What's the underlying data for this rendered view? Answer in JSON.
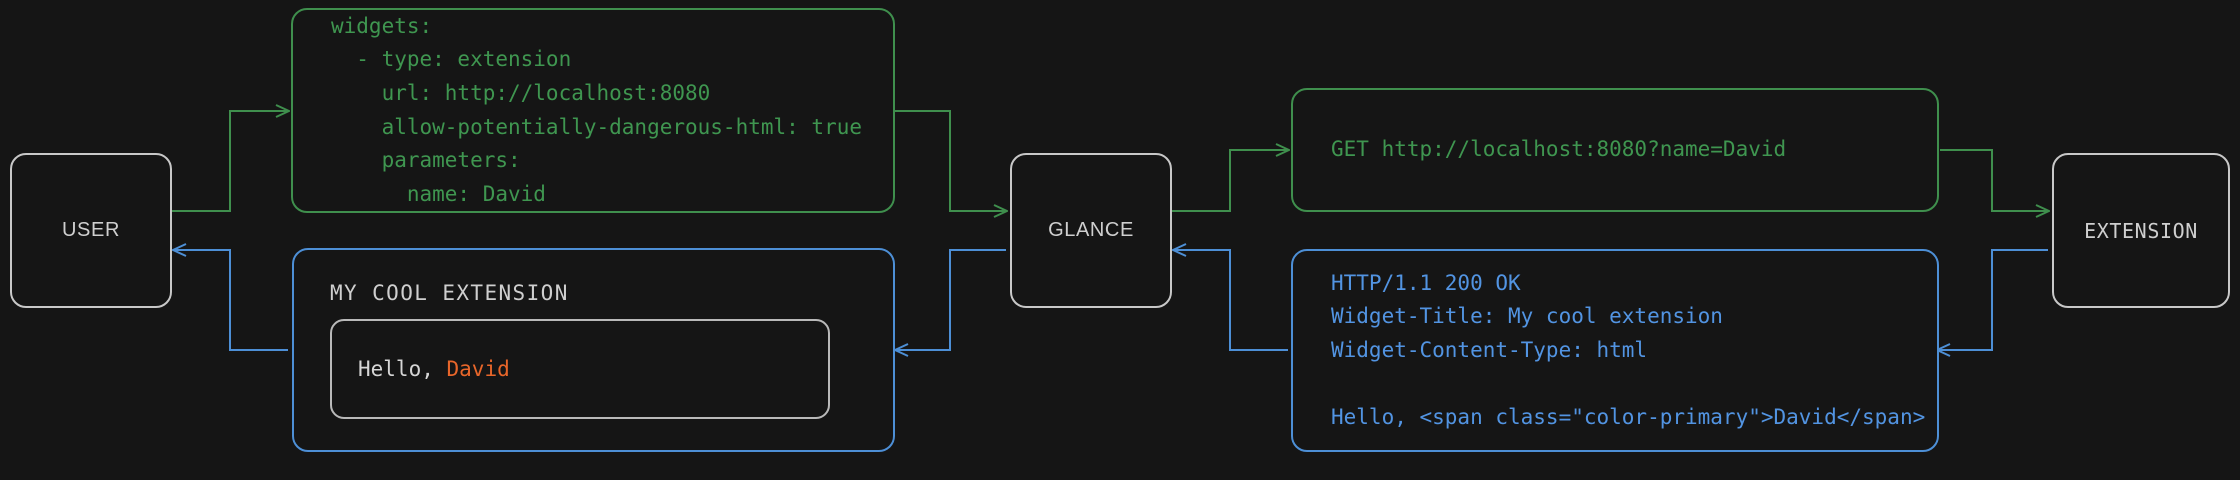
{
  "theme": {
    "background": "#151515",
    "node_border": "#c8c8c8",
    "node_text": "#cfcfcf",
    "request_color": "#3f9650",
    "response_color": "#5294e2",
    "accent_color": "#e8662a"
  },
  "nodes": {
    "user": {
      "label": "USER"
    },
    "glance": {
      "label": "GLANCE"
    },
    "extension": {
      "label": "EXTENSION"
    }
  },
  "panels": {
    "config": {
      "color": "#3f9650",
      "text": "widgets:\n  - type: extension\n    url: http://localhost:8080\n    allow-potentially-dangerous-html: true\n    parameters:\n      name: David"
    },
    "request": {
      "color": "#3f9650",
      "text": "GET http://localhost:8080?name=David"
    },
    "response": {
      "color": "#5294e2",
      "text": "HTTP/1.1 200 OK\nWidget-Title: My cool extension\nWidget-Content-Type: html\n\nHello, <span class=\"color-primary\">David</span>"
    },
    "rendered_widget": {
      "color": "#5294e2",
      "title": "MY COOL EXTENSION",
      "body_prefix": "Hello, ",
      "body_accent": "David"
    }
  },
  "connectors": [
    {
      "name": "user-to-config",
      "direction": "forward",
      "color": "#3f9650"
    },
    {
      "name": "config-to-glance",
      "direction": "forward",
      "color": "#3f9650"
    },
    {
      "name": "glance-to-request",
      "direction": "forward",
      "color": "#3f9650"
    },
    {
      "name": "request-to-extension",
      "direction": "forward",
      "color": "#3f9650"
    },
    {
      "name": "extension-to-response",
      "direction": "return",
      "color": "#5294e2"
    },
    {
      "name": "response-to-glance",
      "direction": "return",
      "color": "#5294e2"
    },
    {
      "name": "glance-to-rendered-widget",
      "direction": "return",
      "color": "#5294e2"
    },
    {
      "name": "rendered-widget-to-user",
      "direction": "return",
      "color": "#5294e2"
    }
  ]
}
